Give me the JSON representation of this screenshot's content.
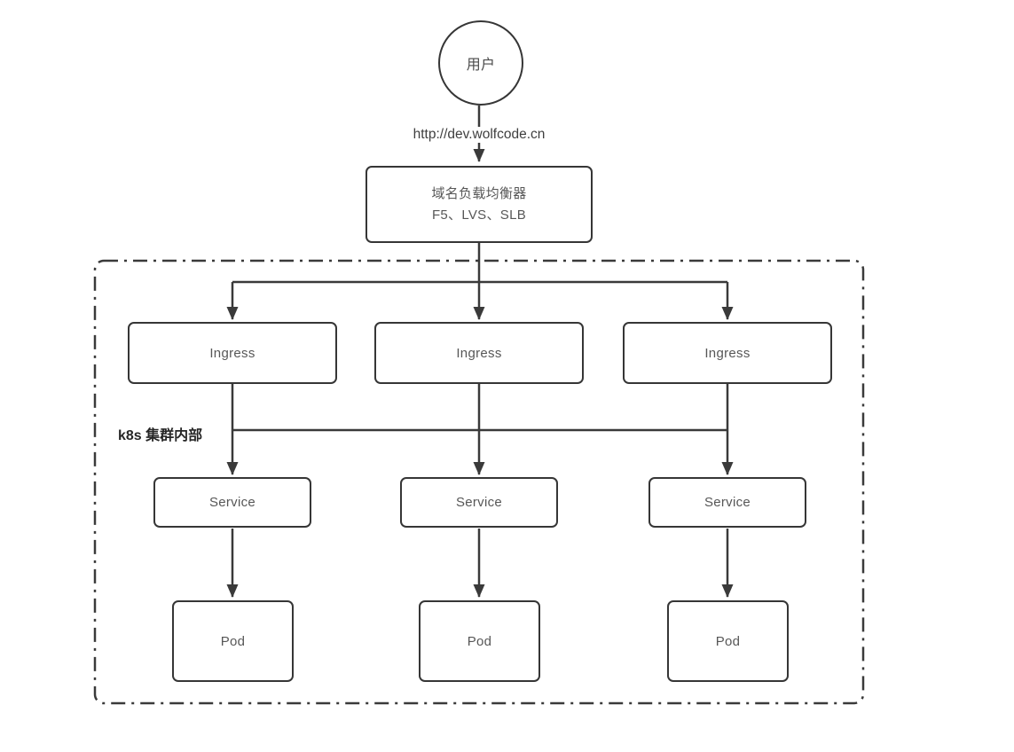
{
  "diagram": {
    "user_node": {
      "label": "用户"
    },
    "request_url": "http://dev.wolfcode.cn",
    "load_balancer": {
      "name": "域名负载均衡器",
      "products": "F5、LVS、SLB"
    },
    "cluster": {
      "label": "k8s 集群内部",
      "ingress_nodes": [
        {
          "label": "Ingress"
        },
        {
          "label": "Ingress"
        },
        {
          "label": "Ingress"
        }
      ],
      "service_nodes": [
        {
          "label": "Service"
        },
        {
          "label": "Service"
        },
        {
          "label": "Service"
        }
      ],
      "pod_nodes": [
        {
          "label": "Pod"
        },
        {
          "label": "Pod"
        },
        {
          "label": "Pod"
        }
      ]
    },
    "edges": [
      {
        "from": "用户",
        "to": "域名负载均衡器",
        "label": "http://dev.wolfcode.cn"
      },
      {
        "from": "域名负载均衡器",
        "to": "Ingress x3"
      },
      {
        "from": "Ingress x3",
        "to": "Service x3",
        "note": "cross-connected"
      },
      {
        "from": "Service",
        "to": "Pod"
      }
    ],
    "colors": {
      "line": "#3a3a3a",
      "border": "#363636",
      "node_text": "#575757",
      "label_text": "#3f3f3f",
      "cluster_label": "#262626",
      "background": "#ffffff"
    }
  }
}
